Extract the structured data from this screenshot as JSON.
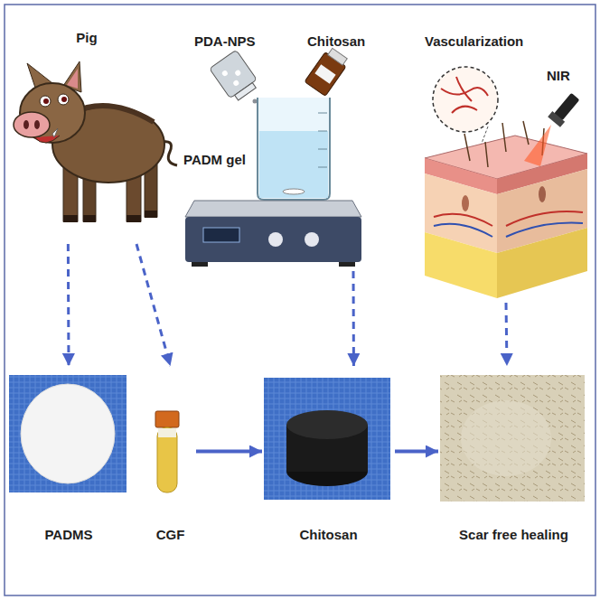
{
  "diagram": {
    "nodes": [
      {
        "text": [
          "Pig"
        ]
      },
      {
        "text": [
          "PDA-NPS",
          "Chitosan",
          "PADM gel"
        ]
      },
      {
        "text": [
          "Vascularization",
          "NIR"
        ]
      },
      {
        "text": [
          "PADMS"
        ]
      },
      {
        "text": [
          "CGF"
        ]
      },
      {
        "text": [
          "Chitosan"
        ]
      },
      {
        "text": [
          "Scar free healing"
        ]
      }
    ],
    "edges": [
      {
        "from": 0,
        "to": 3,
        "arrow": "to"
      },
      {
        "from": 0,
        "to": 4,
        "arrow": "to"
      },
      {
        "from": 1,
        "to": 5,
        "arrow": "to"
      },
      {
        "from": 2,
        "to": 6,
        "arrow": "to"
      },
      {
        "from": 4,
        "to": 5,
        "arrow": "to"
      },
      {
        "from": 5,
        "to": 6,
        "arrow": "to"
      }
    ]
  }
}
